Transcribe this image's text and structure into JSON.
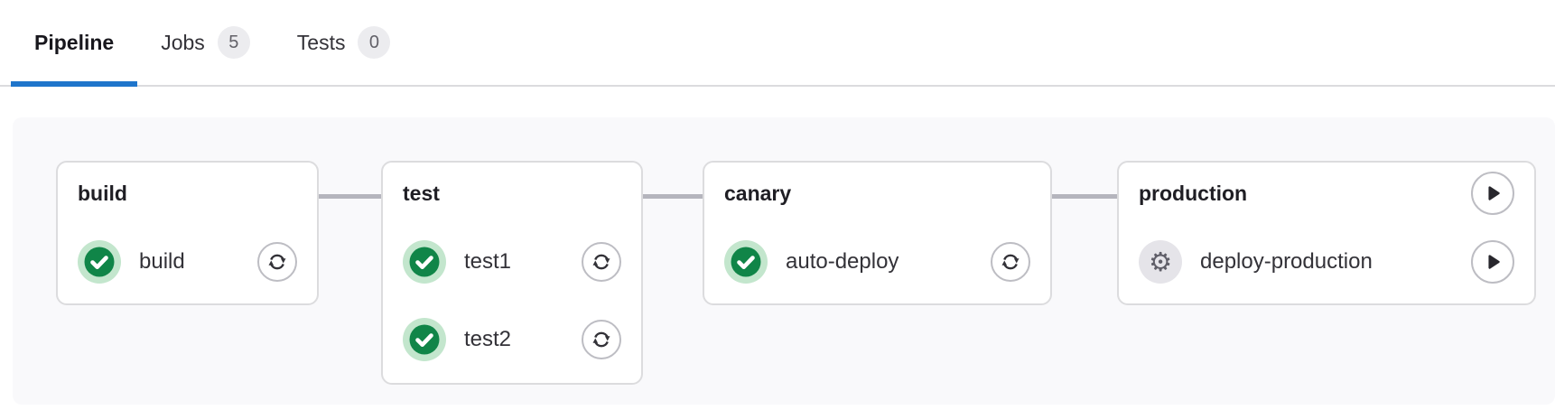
{
  "tabs": [
    {
      "label": "Pipeline",
      "active": true
    },
    {
      "label": "Jobs",
      "badge": "5",
      "active": false
    },
    {
      "label": "Tests",
      "badge": "0",
      "active": false
    }
  ],
  "pipeline": {
    "stages": [
      {
        "name": "build",
        "jobs": [
          {
            "name": "build",
            "status": "passed",
            "action": "retry"
          }
        ]
      },
      {
        "name": "test",
        "jobs": [
          {
            "name": "test1",
            "status": "passed",
            "action": "retry"
          },
          {
            "name": "test2",
            "status": "passed",
            "action": "retry"
          }
        ]
      },
      {
        "name": "canary",
        "jobs": [
          {
            "name": "auto-deploy",
            "status": "passed",
            "action": "retry"
          }
        ]
      },
      {
        "name": "production",
        "header_action": "play",
        "jobs": [
          {
            "name": "deploy-production",
            "status": "manual",
            "action": "play"
          }
        ]
      }
    ]
  },
  "icons": {
    "status_passed": "check-circle-icon",
    "status_manual": "gear-icon",
    "retry": "retry-icon",
    "play": "play-icon",
    "gear_glyph": "⚙"
  },
  "colors": {
    "accent_blue": "#1f75cb",
    "success_green": "#108548",
    "success_ring": "#c3e6cd",
    "canvas_bg": "#f9f9fb",
    "card_border": "#dcdcde",
    "connector": "#b5b5bd",
    "badge_bg": "#ececef",
    "text_primary": "#1f1e24",
    "text_secondary": "#333238"
  }
}
